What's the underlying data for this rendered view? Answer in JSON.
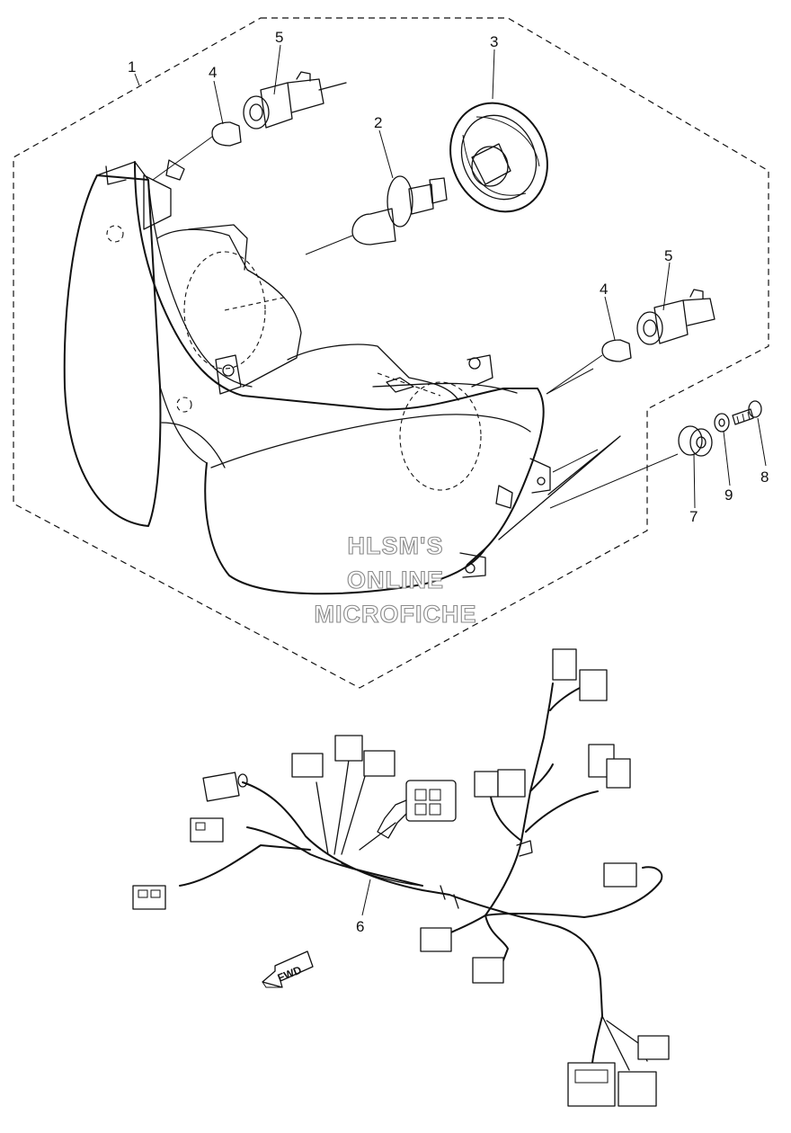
{
  "callouts": [
    {
      "id": "c1",
      "label": "1"
    },
    {
      "id": "c2",
      "label": "2"
    },
    {
      "id": "c3",
      "label": "3"
    },
    {
      "id": "c4a",
      "label": "4"
    },
    {
      "id": "c4b",
      "label": "4"
    },
    {
      "id": "c5a",
      "label": "5"
    },
    {
      "id": "c5b",
      "label": "5"
    },
    {
      "id": "c6",
      "label": "6"
    },
    {
      "id": "c7",
      "label": "7"
    },
    {
      "id": "c8",
      "label": "8"
    },
    {
      "id": "c9",
      "label": "9"
    }
  ],
  "watermark": {
    "line1": "HLSM'S",
    "line2": "ONLINE",
    "line3": "MICROFICHE"
  },
  "direction_arrow": {
    "label": "FWD",
    "icon": "fwd-arrow-icon"
  }
}
